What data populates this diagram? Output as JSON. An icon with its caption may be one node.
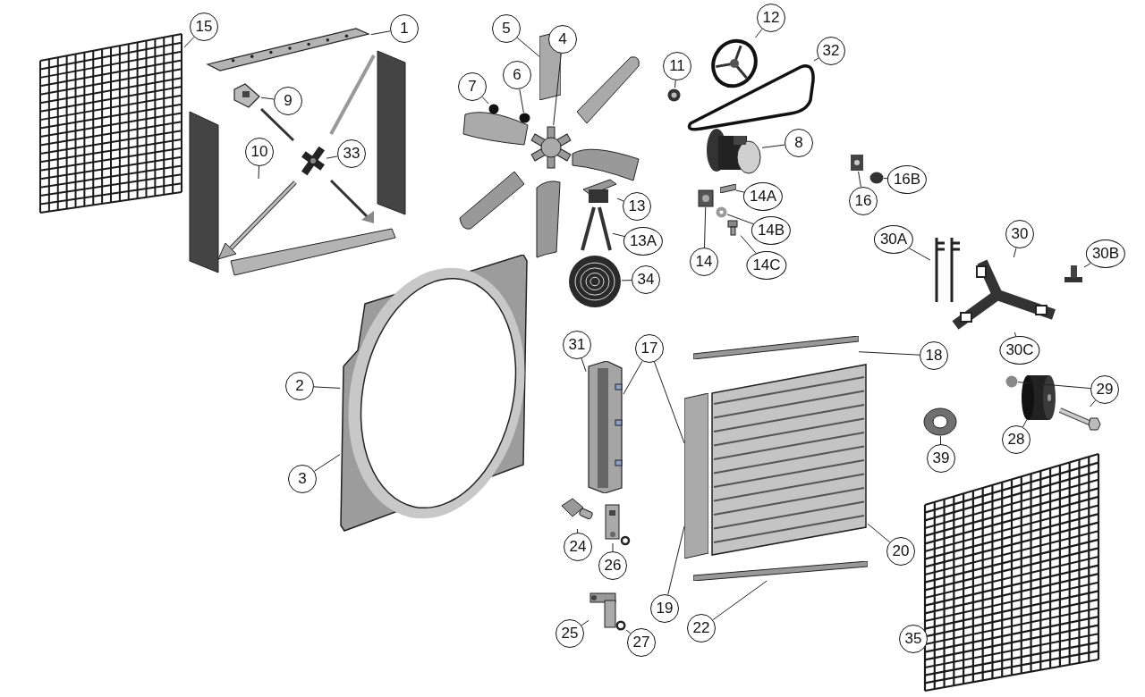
{
  "diagram": {
    "nodes": [
      {
        "text": [
          "12"
        ]
      },
      {
        "text": [
          "15"
        ]
      },
      {
        "text": [
          "1"
        ]
      },
      {
        "text": [
          "5"
        ]
      },
      {
        "text": [
          "4"
        ]
      },
      {
        "text": [
          "32"
        ]
      },
      {
        "text": [
          "11"
        ]
      },
      {
        "text": [
          "6"
        ]
      },
      {
        "text": [
          "7"
        ]
      },
      {
        "text": [
          "9"
        ]
      },
      {
        "text": [
          "8"
        ]
      },
      {
        "text": [
          "33"
        ]
      },
      {
        "text": [
          "10"
        ]
      },
      {
        "text": [
          "16B"
        ]
      },
      {
        "text": [
          "14A"
        ]
      },
      {
        "text": [
          "16"
        ]
      },
      {
        "text": [
          "13"
        ]
      },
      {
        "text": [
          "14B"
        ]
      },
      {
        "text": [
          "30A"
        ]
      },
      {
        "text": [
          "30"
        ]
      },
      {
        "text": [
          "13A"
        ]
      },
      {
        "text": [
          "30B"
        ]
      },
      {
        "text": [
          "14"
        ]
      },
      {
        "text": [
          "14C"
        ]
      },
      {
        "text": [
          "34"
        ]
      },
      {
        "text": [
          "31"
        ]
      },
      {
        "text": [
          "17"
        ]
      },
      {
        "text": [
          "30C"
        ]
      },
      {
        "text": [
          "18"
        ]
      },
      {
        "text": [
          "2"
        ]
      },
      {
        "text": [
          "29"
        ]
      },
      {
        "text": [
          "28"
        ]
      },
      {
        "text": [
          "39"
        ]
      },
      {
        "text": [
          "3"
        ]
      },
      {
        "text": [
          "24"
        ]
      },
      {
        "text": [
          "20"
        ]
      },
      {
        "text": [
          "26"
        ]
      },
      {
        "text": [
          "19"
        ]
      },
      {
        "text": [
          "22"
        ]
      },
      {
        "text": [
          "25"
        ]
      },
      {
        "text": [
          "35"
        ]
      },
      {
        "text": [
          "27"
        ]
      },
      {
        "text": [],
        "shape": "picture"
      },
      {
        "text": [],
        "shape": "picture"
      },
      {
        "text": [],
        "shape": "picture"
      },
      {
        "text": [],
        "shape": "picture"
      },
      {
        "text": [],
        "shape": "picture"
      },
      {
        "text": [],
        "shape": "bar"
      },
      {
        "text": [],
        "shape": "picture"
      },
      {
        "text": [],
        "shape": "circle"
      },
      {
        "text": [],
        "shape": "circle"
      },
      {
        "text": [],
        "shape": "picture"
      },
      {
        "text": [],
        "shape": "picture"
      },
      {
        "text": [],
        "shape": "picture"
      },
      {
        "text": [],
        "shape": "picture"
      },
      {
        "text": [],
        "shape": "picture"
      },
      {
        "text": [],
        "shape": "circle"
      },
      {
        "text": [],
        "shape": "bar"
      },
      {
        "text": [],
        "shape": "picture"
      },
      {
        "text": [],
        "shape": "circle"
      },
      {
        "text": [],
        "shape": "picture"
      },
      {
        "text": [],
        "shape": "picture"
      },
      {
        "text": [],
        "shape": "picture"
      },
      {
        "text": [],
        "shape": "picture"
      },
      {
        "text": [],
        "shape": "picture"
      },
      {
        "text": [],
        "shape": "picture"
      },
      {
        "text": [],
        "shape": "picture"
      },
      {
        "text": [],
        "shape": "picture"
      },
      {
        "text": [],
        "shape": "picture"
      },
      {
        "text": [],
        "shape": "bar"
      },
      {
        "text": [],
        "shape": "bar"
      },
      {
        "text": [],
        "shape": "picture"
      },
      {
        "text": [],
        "shape": "bar"
      },
      {
        "text": [],
        "shape": "circle"
      },
      {
        "text": [],
        "shape": "cylinder"
      },
      {
        "text": [],
        "shape": "picture"
      },
      {
        "text": [],
        "shape": "picture"
      },
      {
        "text": [],
        "shape": "picture"
      },
      {
        "text": [],
        "shape": "picture"
      },
      {
        "text": [],
        "shape": "picture"
      },
      {
        "text": [],
        "shape": "circle"
      },
      {
        "text": [],
        "shape": "picture"
      }
    ],
    "edges": [
      {
        "from": 0,
        "to": 51,
        "arrow": "none"
      },
      {
        "from": 1,
        "to": 42,
        "arrow": "none"
      },
      {
        "from": 2,
        "to": 43,
        "arrow": "none"
      },
      {
        "from": 3,
        "to": 47,
        "arrow": "none"
      },
      {
        "from": 4,
        "to": 48,
        "arrow": "none"
      },
      {
        "from": 5,
        "to": 52,
        "arrow": "none"
      },
      {
        "from": 6,
        "to": 53,
        "arrow": "none"
      },
      {
        "from": 7,
        "to": 49,
        "arrow": "none"
      },
      {
        "from": 8,
        "to": 50,
        "arrow": "none"
      },
      {
        "from": 9,
        "to": 44,
        "arrow": "none"
      },
      {
        "from": 10,
        "to": 54,
        "arrow": "none"
      },
      {
        "from": 11,
        "to": 46,
        "arrow": "none"
      },
      {
        "from": 12,
        "to": 45,
        "arrow": "none"
      },
      {
        "from": 13,
        "to": 56,
        "arrow": "none"
      },
      {
        "from": 14,
        "to": 57,
        "arrow": "none"
      },
      {
        "from": 15,
        "to": 55,
        "arrow": "none"
      },
      {
        "from": 16,
        "to": 61,
        "arrow": "none"
      },
      {
        "from": 17,
        "to": 59,
        "arrow": "none"
      },
      {
        "from": 18,
        "to": 64,
        "arrow": "none"
      },
      {
        "from": 19,
        "to": 65,
        "arrow": "none"
      },
      {
        "from": 20,
        "to": 62,
        "arrow": "none"
      },
      {
        "from": 21,
        "to": 66,
        "arrow": "none"
      },
      {
        "from": 22,
        "to": 58,
        "arrow": "none"
      },
      {
        "from": 23,
        "to": 60,
        "arrow": "none"
      },
      {
        "from": 24,
        "to": 63,
        "arrow": "none"
      },
      {
        "from": 25,
        "to": 68,
        "arrow": "none"
      },
      {
        "from": 26,
        "to": 68,
        "arrow": "none"
      },
      {
        "from": 26,
        "to": 69,
        "arrow": "none"
      },
      {
        "from": 27,
        "to": 65,
        "arrow": "none"
      },
      {
        "from": 28,
        "to": 70,
        "arrow": "none"
      },
      {
        "from": 29,
        "to": 67,
        "arrow": "none"
      },
      {
        "from": 30,
        "to": 73,
        "arrow": "none"
      },
      {
        "from": 30,
        "to": 75,
        "arrow": "none"
      },
      {
        "from": 31,
        "to": 74,
        "arrow": "none"
      },
      {
        "from": 32,
        "to": 76,
        "arrow": "none"
      },
      {
        "from": 33,
        "to": 67,
        "arrow": "none"
      },
      {
        "from": 34,
        "to": 77,
        "arrow": "none"
      },
      {
        "from": 35,
        "to": 71,
        "arrow": "none"
      },
      {
        "from": 36,
        "to": 78,
        "arrow": "none"
      },
      {
        "from": 37,
        "to": 69,
        "arrow": "none"
      },
      {
        "from": 38,
        "to": 72,
        "arrow": "none"
      },
      {
        "from": 39,
        "to": 79,
        "arrow": "none"
      },
      {
        "from": 40,
        "to": 81,
        "arrow": "none"
      },
      {
        "from": 41,
        "to": 80,
        "arrow": "none"
      }
    ]
  }
}
